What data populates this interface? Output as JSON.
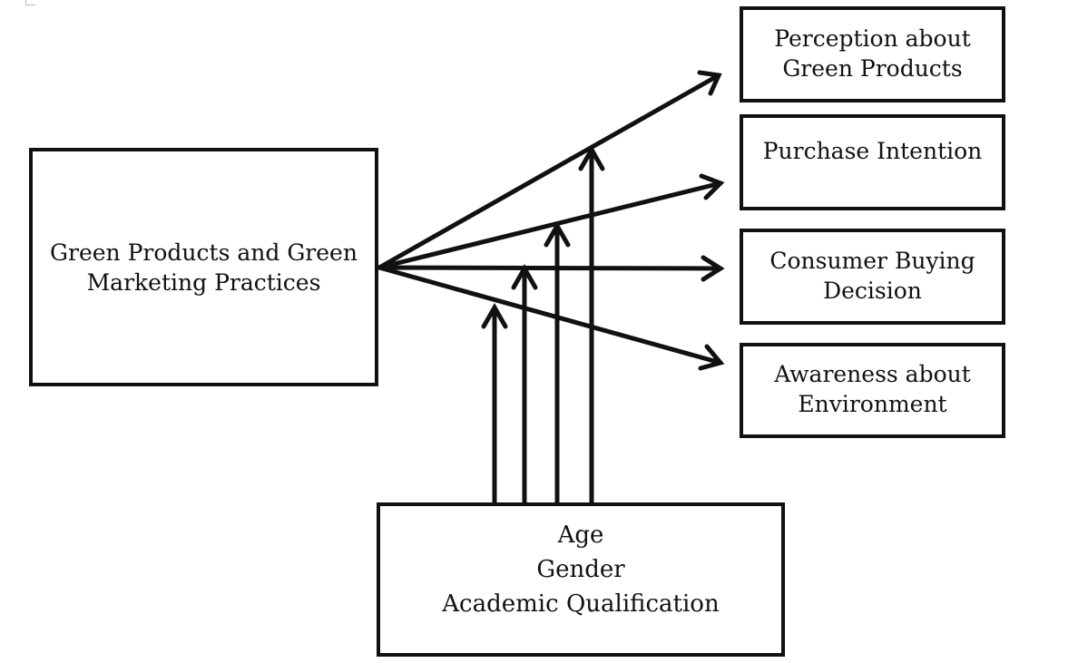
{
  "diagram": {
    "source": {
      "lines": [
        "Green Products and Green",
        "Marketing Practices"
      ]
    },
    "outcomes": [
      {
        "lines": [
          "Perception about",
          "Green Products"
        ]
      },
      {
        "lines": [
          "Purchase Intention"
        ]
      },
      {
        "lines": [
          "Consumer Buying",
          "Decision"
        ]
      },
      {
        "lines": [
          "Awareness about",
          "Environment"
        ]
      }
    ],
    "moderators": {
      "lines": [
        "Age",
        "Gender",
        "Academic Qualification"
      ]
    },
    "colors": {
      "stroke": "#111111",
      "background": "#ffffff"
    }
  }
}
